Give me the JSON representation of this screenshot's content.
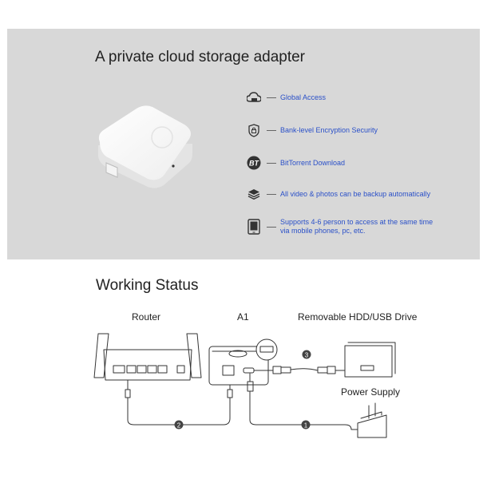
{
  "banner": {
    "title": "A private cloud storage adapter",
    "features": [
      {
        "icon": "cloud-icon",
        "text": "Global Access"
      },
      {
        "icon": "shield-lock-icon",
        "text": "Bank-level Encryption Security"
      },
      {
        "icon": "bittorrent-icon",
        "icon_text": "BT",
        "text": "BitTorrent Download"
      },
      {
        "icon": "layers-icon",
        "text": "All video & photos can be backup automatically"
      },
      {
        "icon": "mobile-device-icon",
        "text_line1": "Supports 4-6 person to access at the same time",
        "text_line2": "via mobile phones, pc, etc."
      }
    ]
  },
  "working_status": {
    "title": "Working Status",
    "labels": {
      "router": "Router",
      "a1": "A1",
      "hdd": "Removable HDD/USB Drive",
      "power": "Power Supply"
    },
    "steps": [
      "1",
      "2",
      "3"
    ]
  },
  "colors": {
    "banner_bg": "#d8d8d8",
    "feature_text": "#2a50c8"
  }
}
